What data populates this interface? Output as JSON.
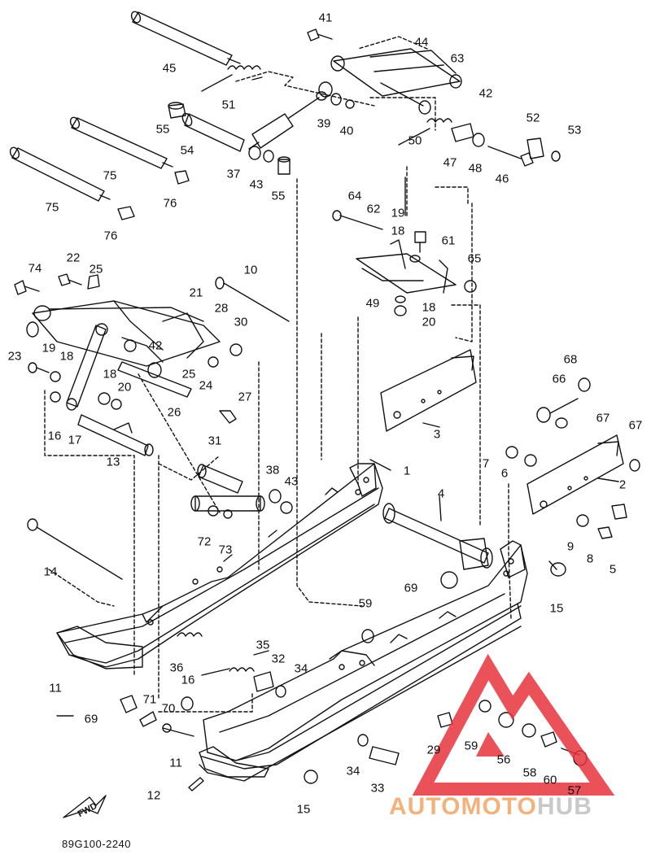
{
  "diagram": {
    "code": "89G100-2240",
    "fwd_label": "FWD",
    "watermark": {
      "part1": "AUTOMOTO",
      "part2": "HUB",
      "accent": "#e8323c",
      "text_color_1": "#f3b27c",
      "text_color_2": "#c9c9c9"
    },
    "labels": [
      {
        "id": "41",
        "text": "41"
      },
      {
        "id": "44",
        "text": "44"
      },
      {
        "id": "63",
        "text": "63"
      },
      {
        "id": "45",
        "text": "45"
      },
      {
        "id": "42a",
        "text": "42"
      },
      {
        "id": "51",
        "text": "51"
      },
      {
        "id": "52",
        "text": "52"
      },
      {
        "id": "53",
        "text": "53"
      },
      {
        "id": "55a",
        "text": "55"
      },
      {
        "id": "39",
        "text": "39"
      },
      {
        "id": "40",
        "text": "40"
      },
      {
        "id": "50",
        "text": "50"
      },
      {
        "id": "54",
        "text": "54"
      },
      {
        "id": "75a",
        "text": "75"
      },
      {
        "id": "47",
        "text": "47"
      },
      {
        "id": "48",
        "text": "48"
      },
      {
        "id": "46",
        "text": "46"
      },
      {
        "id": "37",
        "text": "37"
      },
      {
        "id": "43a",
        "text": "43"
      },
      {
        "id": "55b",
        "text": "55"
      },
      {
        "id": "76a",
        "text": "76"
      },
      {
        "id": "75b",
        "text": "75"
      },
      {
        "id": "64",
        "text": "64"
      },
      {
        "id": "62",
        "text": "62"
      },
      {
        "id": "19a",
        "text": "19"
      },
      {
        "id": "76b",
        "text": "76"
      },
      {
        "id": "18a",
        "text": "18"
      },
      {
        "id": "61",
        "text": "61"
      },
      {
        "id": "22",
        "text": "22"
      },
      {
        "id": "74",
        "text": "74"
      },
      {
        "id": "25a",
        "text": "25"
      },
      {
        "id": "10",
        "text": "10"
      },
      {
        "id": "65",
        "text": "65"
      },
      {
        "id": "21",
        "text": "21"
      },
      {
        "id": "49",
        "text": "49"
      },
      {
        "id": "18b",
        "text": "18"
      },
      {
        "id": "28",
        "text": "28"
      },
      {
        "id": "20a",
        "text": "20"
      },
      {
        "id": "30",
        "text": "30"
      },
      {
        "id": "23",
        "text": "23"
      },
      {
        "id": "42b",
        "text": "42"
      },
      {
        "id": "19b",
        "text": "19"
      },
      {
        "id": "18c",
        "text": "18"
      },
      {
        "id": "25b",
        "text": "25"
      },
      {
        "id": "68",
        "text": "68"
      },
      {
        "id": "24",
        "text": "24"
      },
      {
        "id": "18d",
        "text": "18"
      },
      {
        "id": "66",
        "text": "66"
      },
      {
        "id": "20b",
        "text": "20"
      },
      {
        "id": "27",
        "text": "27"
      },
      {
        "id": "67a",
        "text": "67"
      },
      {
        "id": "67b",
        "text": "67"
      },
      {
        "id": "16a",
        "text": "16"
      },
      {
        "id": "17",
        "text": "17"
      },
      {
        "id": "26",
        "text": "26"
      },
      {
        "id": "3",
        "text": "3"
      },
      {
        "id": "31",
        "text": "31"
      },
      {
        "id": "13",
        "text": "13"
      },
      {
        "id": "7",
        "text": "7"
      },
      {
        "id": "6",
        "text": "6"
      },
      {
        "id": "1",
        "text": "1"
      },
      {
        "id": "2",
        "text": "2"
      },
      {
        "id": "38",
        "text": "38"
      },
      {
        "id": "43b",
        "text": "43"
      },
      {
        "id": "4",
        "text": "4"
      },
      {
        "id": "72",
        "text": "72"
      },
      {
        "id": "73",
        "text": "73"
      },
      {
        "id": "9",
        "text": "9"
      },
      {
        "id": "8",
        "text": "8"
      },
      {
        "id": "5",
        "text": "5"
      },
      {
        "id": "14",
        "text": "14"
      },
      {
        "id": "15a",
        "text": "15"
      },
      {
        "id": "69a",
        "text": "69"
      },
      {
        "id": "59a",
        "text": "59"
      },
      {
        "id": "35",
        "text": "35"
      },
      {
        "id": "36",
        "text": "36"
      },
      {
        "id": "32",
        "text": "32"
      },
      {
        "id": "34a",
        "text": "34"
      },
      {
        "id": "11a",
        "text": "11"
      },
      {
        "id": "16b",
        "text": "16"
      },
      {
        "id": "71",
        "text": "71"
      },
      {
        "id": "69b",
        "text": "69"
      },
      {
        "id": "70",
        "text": "70"
      },
      {
        "id": "29",
        "text": "29"
      },
      {
        "id": "59b",
        "text": "59"
      },
      {
        "id": "56",
        "text": "56"
      },
      {
        "id": "11b",
        "text": "11"
      },
      {
        "id": "34b",
        "text": "34"
      },
      {
        "id": "58",
        "text": "58"
      },
      {
        "id": "60",
        "text": "60"
      },
      {
        "id": "33",
        "text": "33"
      },
      {
        "id": "12",
        "text": "12"
      },
      {
        "id": "15b",
        "text": "15"
      },
      {
        "id": "57",
        "text": "57"
      }
    ]
  }
}
